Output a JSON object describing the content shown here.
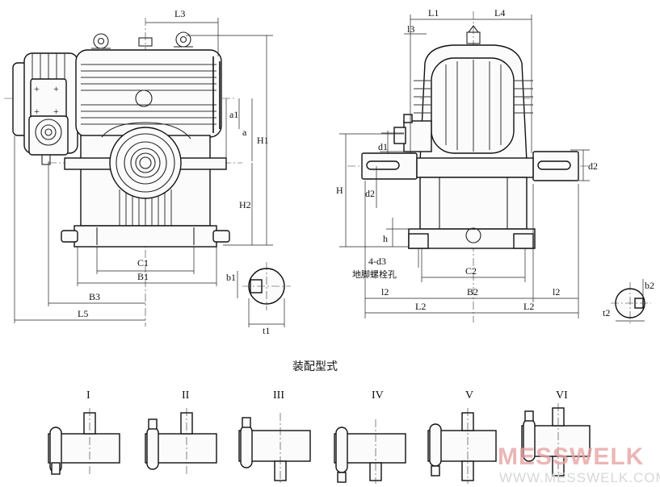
{
  "front_view": {
    "labels": {
      "L3": "L3",
      "a1": "a1",
      "a": "a",
      "H1": "H1",
      "H2": "H2",
      "C1": "C1",
      "B1": "B1",
      "B3": "B3",
      "L5": "L5",
      "b1": "b1",
      "t1": "t1"
    }
  },
  "side_view": {
    "labels": {
      "L1": "L1",
      "L4": "L4",
      "l3": "l3",
      "d1": "d1",
      "d2_right": "d2",
      "H": "H",
      "d2_left": "d2",
      "h": "h",
      "holes": "4-d3",
      "holes_note": "地脚螺栓孔",
      "C2": "C2",
      "l2_left": "l2",
      "B2": "B2",
      "l2_right": "l2",
      "L2_left": "L2",
      "L2_right": "L2",
      "b2": "b2",
      "t2": "t2"
    }
  },
  "assembly": {
    "title": "装配型式",
    "types": [
      "I",
      "II",
      "III",
      "IV",
      "V",
      "VI"
    ]
  },
  "watermark": {
    "brand": "MESSWELK",
    "url": "WWW.MESSWELK.COM"
  }
}
